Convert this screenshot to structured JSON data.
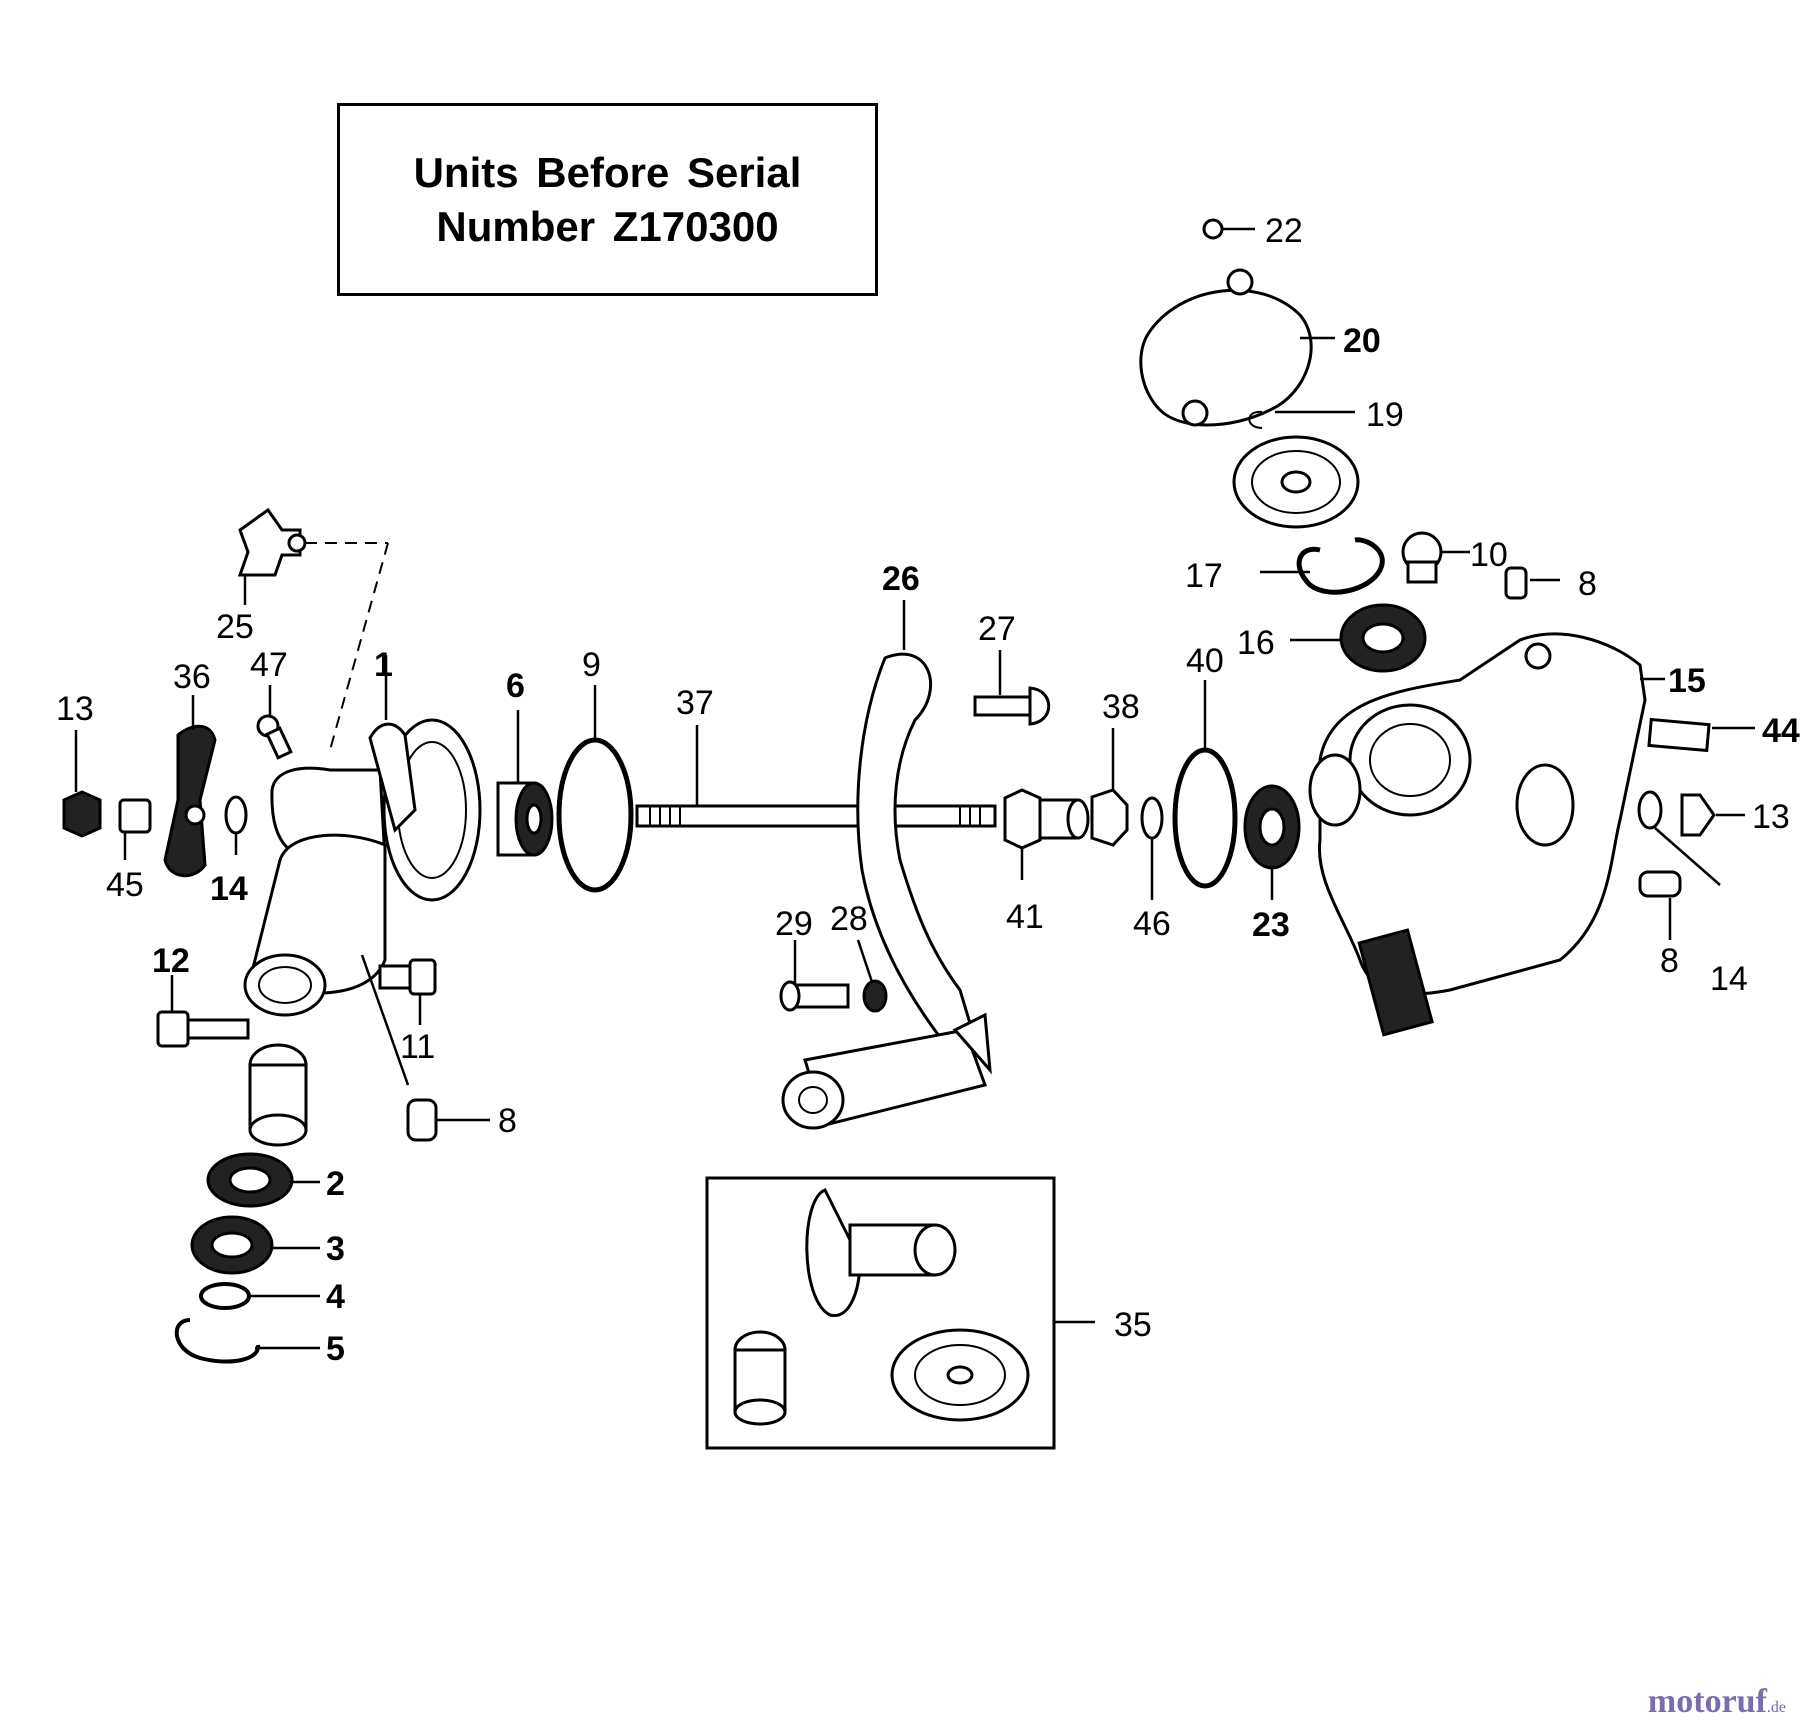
{
  "notice": {
    "line1": "Units Before Serial",
    "line2": "Number Z170300"
  },
  "callouts": [
    {
      "id": "c1",
      "text": "1"
    },
    {
      "id": "c2",
      "text": "2"
    },
    {
      "id": "c3",
      "text": "3"
    },
    {
      "id": "c4",
      "text": "4"
    },
    {
      "id": "c5",
      "text": "5"
    },
    {
      "id": "c6",
      "text": "6"
    },
    {
      "id": "c8a",
      "text": "8"
    },
    {
      "id": "c8b",
      "text": "8"
    },
    {
      "id": "c8c",
      "text": "8"
    },
    {
      "id": "c9",
      "text": "9"
    },
    {
      "id": "c10",
      "text": "10"
    },
    {
      "id": "c11",
      "text": "11"
    },
    {
      "id": "c12",
      "text": "12"
    },
    {
      "id": "c13a",
      "text": "13"
    },
    {
      "id": "c13b",
      "text": "13"
    },
    {
      "id": "c14a",
      "text": "14"
    },
    {
      "id": "c14b",
      "text": "14"
    },
    {
      "id": "c15",
      "text": "15"
    },
    {
      "id": "c16",
      "text": "16"
    },
    {
      "id": "c17",
      "text": "17"
    },
    {
      "id": "c19",
      "text": "19"
    },
    {
      "id": "c20",
      "text": "20"
    },
    {
      "id": "c22",
      "text": "22"
    },
    {
      "id": "c23",
      "text": "23"
    },
    {
      "id": "c25",
      "text": "25"
    },
    {
      "id": "c26",
      "text": "26"
    },
    {
      "id": "c27",
      "text": "27"
    },
    {
      "id": "c28",
      "text": "28"
    },
    {
      "id": "c29",
      "text": "29"
    },
    {
      "id": "c35",
      "text": "35"
    },
    {
      "id": "c36",
      "text": "36"
    },
    {
      "id": "c37",
      "text": "37"
    },
    {
      "id": "c38",
      "text": "38"
    },
    {
      "id": "c40",
      "text": "40"
    },
    {
      "id": "c41",
      "text": "41"
    },
    {
      "id": "c44",
      "text": "44"
    },
    {
      "id": "c45",
      "text": "45"
    },
    {
      "id": "c46",
      "text": "46"
    },
    {
      "id": "c47",
      "text": "47"
    }
  ],
  "logo": {
    "name": "motoruf",
    "suffix": ".de",
    "color": "#7a6cae"
  }
}
